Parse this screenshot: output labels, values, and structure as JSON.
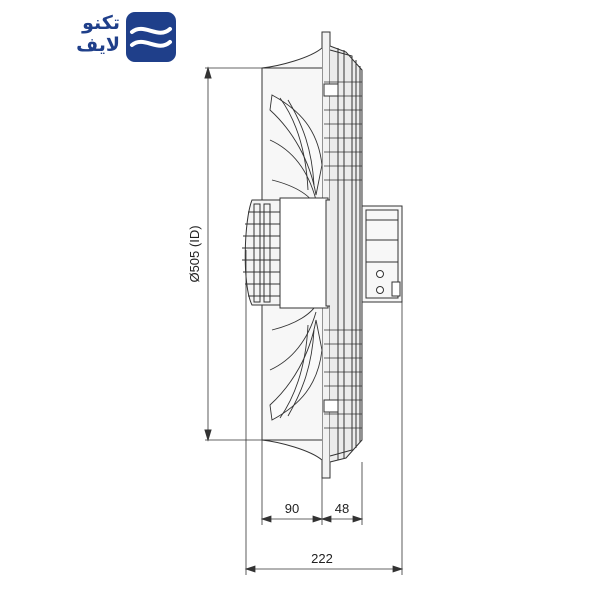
{
  "logo": {
    "line1": "تکنو",
    "line2": "لایف",
    "mark_icon": "wave-logo-icon",
    "brand_color": "#1f3f8a"
  },
  "dimensions": {
    "diameter": "Ø505 (ID)",
    "depth_motor": "90",
    "depth_guard": "48",
    "total_depth": "222"
  },
  "colors": {
    "line": "#333333",
    "housing_fill": "#f2f2f2",
    "guard_fill": "#e6e6e6"
  }
}
